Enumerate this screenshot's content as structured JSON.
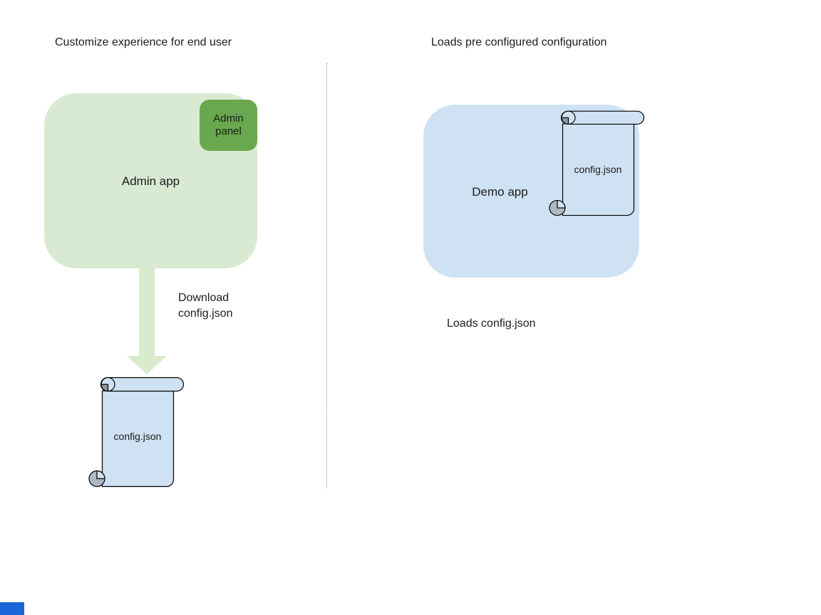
{
  "left_panel": {
    "heading": "Customize experience for end user",
    "admin_app_label": "Admin app",
    "admin_panel_label": "Admin panel",
    "download_label": "Download\nconfig.json",
    "config_file_label": "config.json"
  },
  "right_panel": {
    "heading": "Loads pre configured configuration",
    "demo_app_label": "Demo app",
    "config_file_label": "config.json",
    "caption": "Loads config.json"
  },
  "colors": {
    "background": "#ffffff",
    "text": "#1c1c1c",
    "admin_app_fill": "#d9ead3",
    "admin_panel_fill": "#6aa84f",
    "arrow_fill": "#d8ebcc",
    "file_fill": "#cfe2f3",
    "demo_app_fill": "#cfe2f3",
    "curl_fill": "#adb9c2",
    "divider": "#999999",
    "corner_mark": "#1a66d8"
  }
}
